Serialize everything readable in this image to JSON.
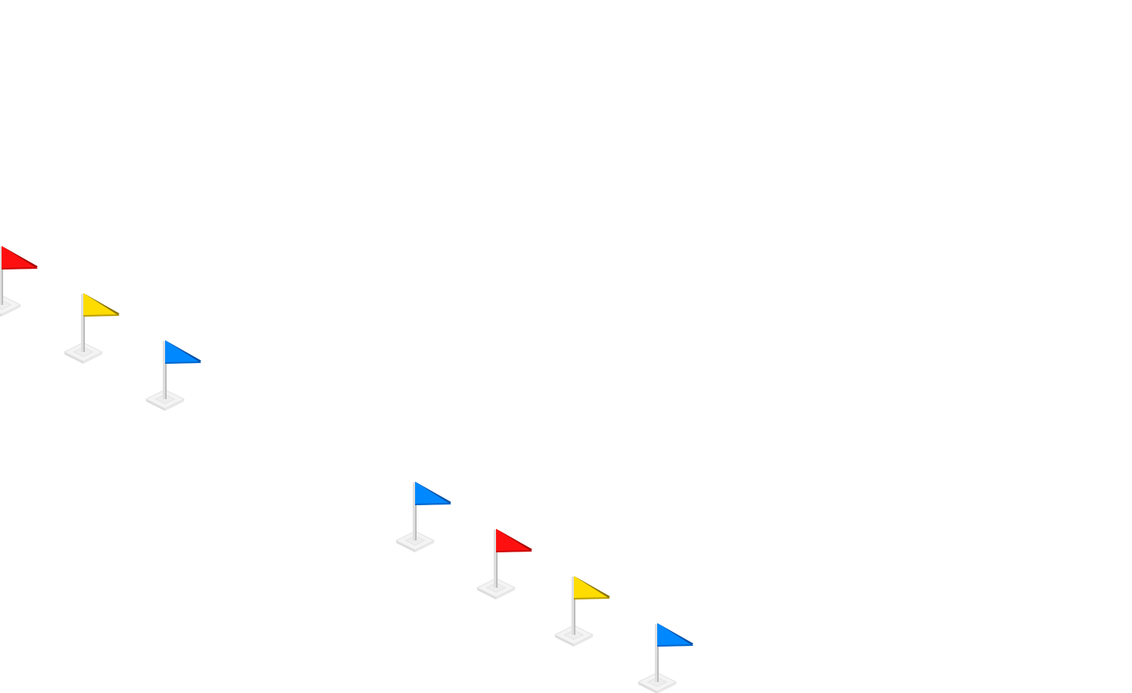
{
  "colors": {
    "background": "#ffffff",
    "pole": "#e0e0e0",
    "pole_shadow": "#bdbdbd",
    "base_top": "#f4f4f4",
    "base_left": "#dcdcdc",
    "base_right": "#e9e9e9"
  },
  "flag_styles": {
    "red": {
      "main": "#ff1010",
      "edge": "#a80000"
    },
    "yellow": {
      "main": "#ffdc00",
      "edge": "#8a7400"
    },
    "blue": {
      "main": "#0088ff",
      "edge": "#0050a8"
    }
  },
  "flags": [
    {
      "name": "red-flag-1",
      "color": "red",
      "icon": "flag-icon"
    },
    {
      "name": "yellow-flag-1",
      "color": "yellow",
      "icon": "flag-icon"
    },
    {
      "name": "blue-flag-1",
      "color": "blue",
      "icon": "flag-icon"
    },
    {
      "name": "blue-flag-2",
      "color": "blue",
      "icon": "flag-icon"
    },
    {
      "name": "red-flag-2",
      "color": "red",
      "icon": "flag-icon"
    },
    {
      "name": "yellow-flag-2",
      "color": "yellow",
      "icon": "flag-icon"
    },
    {
      "name": "blue-flag-3",
      "color": "blue",
      "icon": "flag-icon"
    }
  ]
}
